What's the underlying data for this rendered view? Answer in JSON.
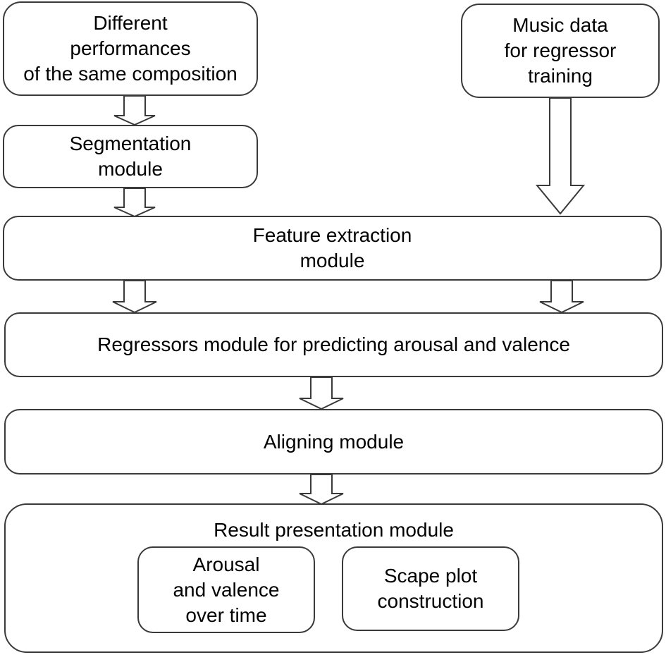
{
  "diagram": {
    "input_performances": {
      "lines": [
        "Different",
        "performances",
        "of the same composition"
      ]
    },
    "music_data": {
      "lines": [
        "Music data",
        "for regressor",
        "training"
      ]
    },
    "segmentation": {
      "lines": [
        "Segmentation",
        "module"
      ]
    },
    "feature_extraction": {
      "lines": [
        "Feature extraction",
        "module"
      ]
    },
    "regressors": {
      "label": "Regressors module for predicting arousal and valence"
    },
    "aligning": {
      "label": "Aligning module"
    },
    "result_presentation": {
      "title": "Result presentation module",
      "arousal_valence": {
        "lines": [
          "Arousal",
          "and valence",
          "over time"
        ]
      },
      "scape_plot": {
        "lines": [
          "Scape plot",
          "construction"
        ]
      }
    }
  }
}
